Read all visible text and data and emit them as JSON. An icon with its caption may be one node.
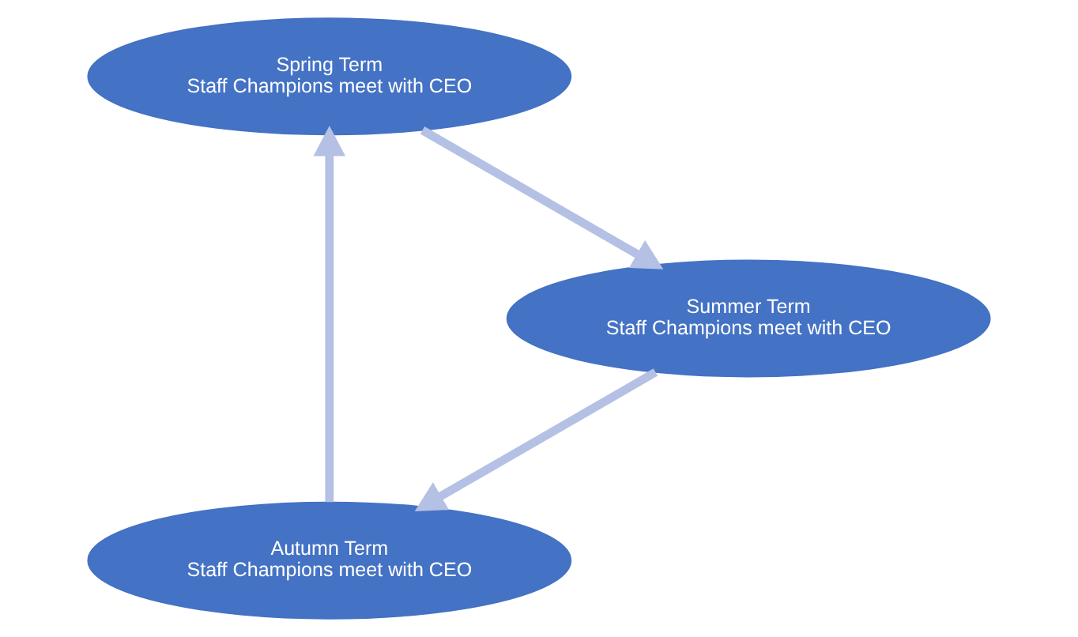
{
  "diagram": {
    "nodes": [
      {
        "text": [
          "Autumn Term",
          "Staff Champions meet with CEO"
        ]
      },
      {
        "text": [
          "Spring Term",
          "Staff Champions meet with CEO"
        ]
      },
      {
        "text": [
          "Summer Term",
          "Staff Champions meet with CEO"
        ]
      }
    ],
    "edges": [
      {
        "from": 0,
        "to": 1,
        "arrow": "to"
      },
      {
        "from": 1,
        "to": 2,
        "arrow": "to"
      },
      {
        "from": 2,
        "to": 0,
        "arrow": "to"
      }
    ]
  }
}
